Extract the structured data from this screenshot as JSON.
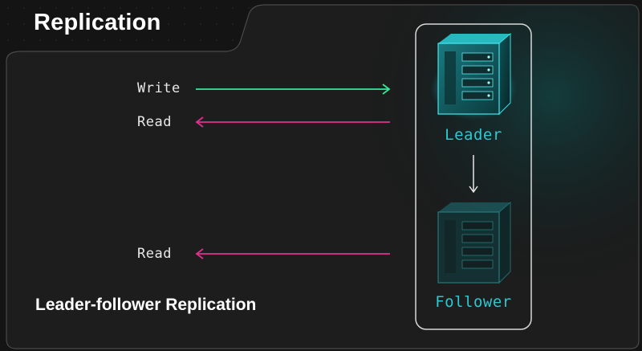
{
  "title": "Replication",
  "caption": "Leader-follower Replication",
  "arrows": {
    "write_label": "Write",
    "read_label_top": "Read",
    "read_label_bottom": "Read"
  },
  "nodes": {
    "leader_label": "Leader",
    "follower_label": "Follower"
  },
  "colors": {
    "background": "#181818",
    "write_arrow": "#35e89a",
    "read_arrow": "#e0308f",
    "accent_cyan": "#2ec7cf"
  },
  "icons": [
    "server-icon",
    "server-icon"
  ]
}
